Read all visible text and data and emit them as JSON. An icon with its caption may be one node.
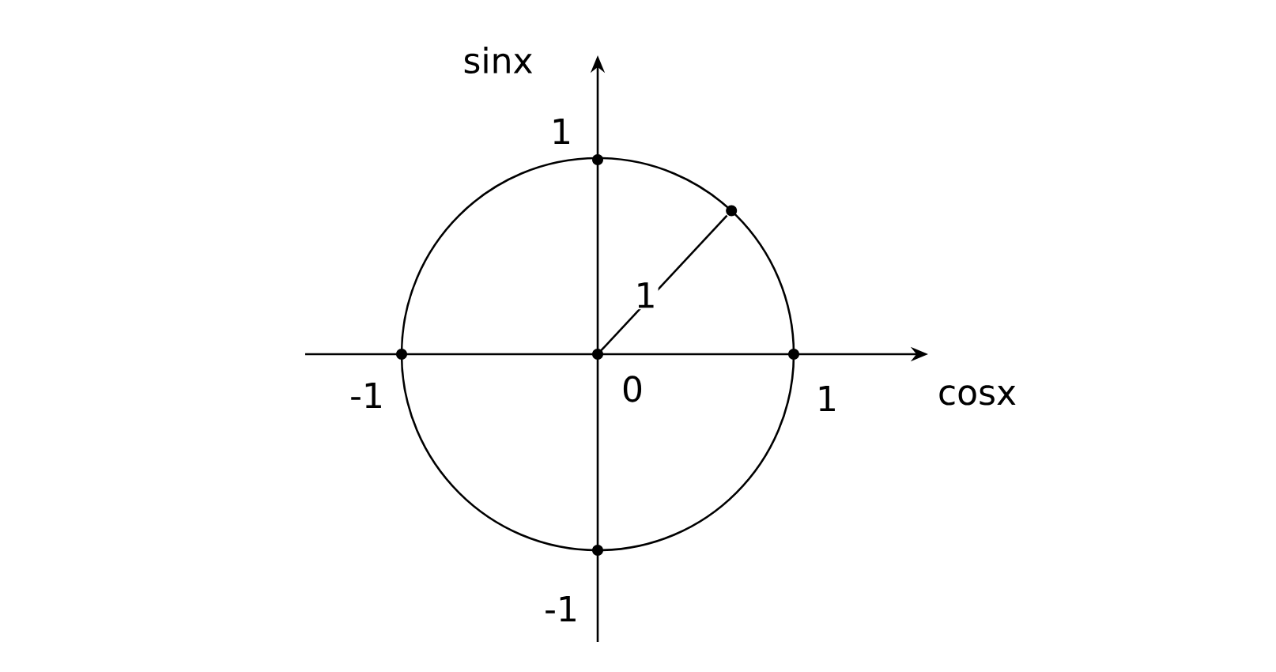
{
  "diagram": {
    "nodes": [
      {
        "text": [],
        "shape": "circle"
      },
      {
        "text": [],
        "shape": "circle"
      },
      {
        "text": [],
        "shape": "circle"
      },
      {
        "text": [],
        "shape": "circle"
      },
      {
        "text": [],
        "shape": "circle"
      },
      {
        "text": [],
        "shape": "circle"
      }
    ],
    "edges": [
      {
        "from": 3,
        "to": 1,
        "arrow": "none",
        "label": "1"
      }
    ],
    "labels": [
      "sinx",
      "1",
      "-1",
      "0",
      "1",
      "cosx",
      "-1"
    ]
  }
}
